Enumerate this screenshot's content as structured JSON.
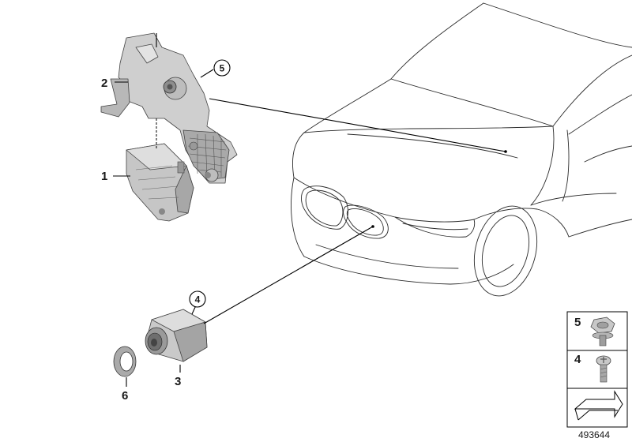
{
  "diagram_id": "493644",
  "callouts": {
    "p1": "1",
    "p2": "2",
    "p3": "3",
    "p4": "4",
    "p5": "5",
    "p6": "6"
  },
  "legend": {
    "item5": "5",
    "item4": "4"
  },
  "colors": {
    "part_fill": "#cfcfcf",
    "part_dark": "#9a9a9a",
    "line": "#000000",
    "car_outline": "#2a2a2a"
  }
}
